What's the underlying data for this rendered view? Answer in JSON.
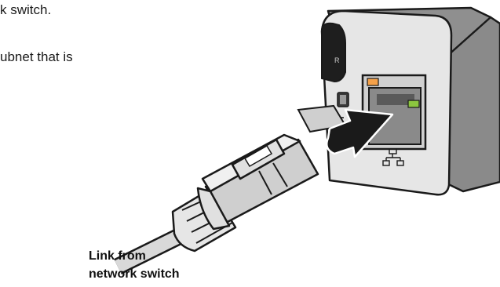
{
  "text": {
    "line1": "k switch.",
    "line2": "ubnet that is"
  },
  "caption": {
    "line1": "Link from",
    "line2": "network switch"
  },
  "icons": {
    "network": "network-icon",
    "usb": "usb-icon",
    "arrow": "insert-arrow-icon"
  },
  "colors": {
    "led_amber": "#f4a14a",
    "led_green": "#8cc63f",
    "device_body": "#e6e6e6",
    "device_side": "#8a8a8a",
    "connector": "#e0e0e0",
    "cable": "#d9d9d9",
    "arrow": "#1a1a1a",
    "port_dark": "#1e1e1e"
  }
}
